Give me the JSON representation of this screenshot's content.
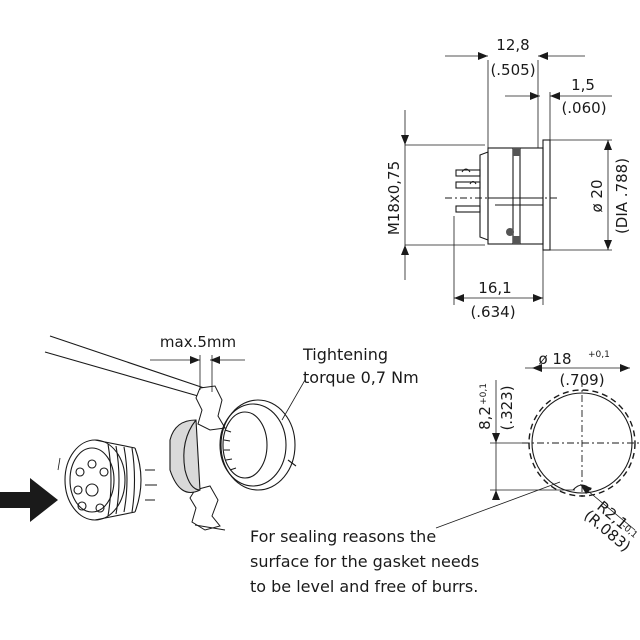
{
  "top_view": {
    "width_total": "12,8",
    "width_total_in": "(.505)",
    "flange": "1,5",
    "flange_in": "(.060)",
    "thread": "M18x0,75",
    "diameter": "ø 20",
    "diameter_in": "(DIA .788)",
    "depth": "16,1",
    "depth_in": "(.634)"
  },
  "panel_view": {
    "max_thickness": "max.5mm"
  },
  "nut_note": {
    "line1": "Tightening",
    "line2": "torque 0,7 Nm"
  },
  "cutout_view": {
    "hole_diameter": "ø 18",
    "hole_diameter_tol": "+0,1",
    "hole_diameter_in": "(.709)",
    "flat_height": "8,2",
    "flat_height_tol": "+0,1",
    "flat_height_in": "(.323)",
    "radius": "R2,1",
    "radius_tol": "-0,1",
    "radius_in": "(R.083)"
  },
  "sealing_note": {
    "line1": "For sealing reasons the",
    "line2": "surface for the gasket needs",
    "line3": "to be level and free of burrs."
  }
}
